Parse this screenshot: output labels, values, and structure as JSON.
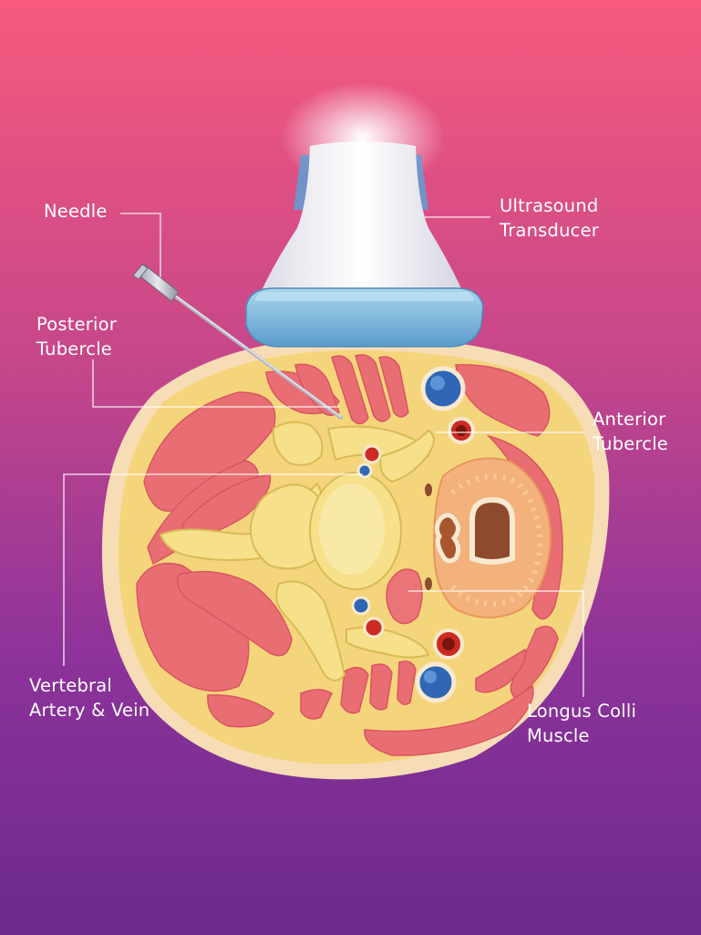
{
  "labels": {
    "needle": "Needle",
    "transducer_line1": "Ultrasound",
    "transducer_line2": "Transducer",
    "posterior_line1": "Posterior",
    "posterior_line2": "Tubercle",
    "anterior_line1": "Anterior",
    "anterior_line2": "Tubercle",
    "vertebral_line1": "Vertebral",
    "vertebral_line2": "Artery & Vein",
    "longus_line1": "Longus Colli",
    "longus_line2": "Muscle"
  },
  "colors": {
    "background_top": "#f65a7d",
    "background_bottom": "#6c2a8c",
    "muscle": "#e96e74",
    "fat": "#f7dc8c",
    "bone": "#f6e08a",
    "artery": "#cc2a22",
    "vein": "#2f67b5",
    "transducer_body": "#f2f1f6",
    "transducer_tip": "#7bb8dc"
  }
}
